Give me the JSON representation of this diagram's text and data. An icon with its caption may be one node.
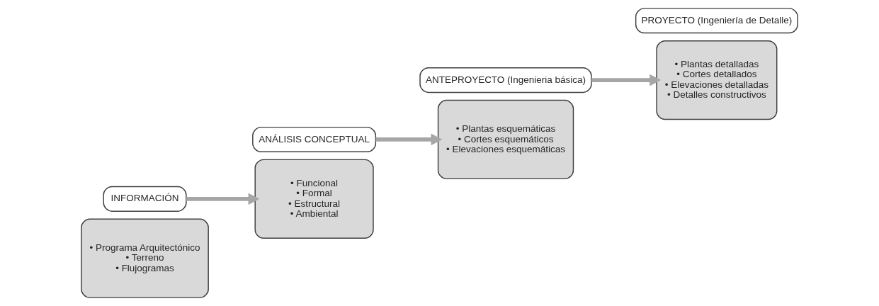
{
  "diagram": {
    "nodes": [
      {
        "text": [
          "• Programa Arquitectónico",
          "• Terreno",
          "• Flujogramas"
        ]
      },
      {
        "text": [
          "INFORMACIÓN"
        ]
      },
      {
        "text": [
          "ANÁLISIS CONCEPTUAL"
        ]
      },
      {
        "text": [
          "• Funcional",
          "• Formal",
          "• Estructural",
          "• Ambiental"
        ]
      },
      {
        "text": [
          "• Plantas esquemáticas",
          "• Cortes esquemáticos",
          "• Elevaciones esquemáticas"
        ]
      },
      {
        "text": [
          "ANTEPROYECTO (Ingenieria básica)"
        ]
      },
      {
        "text": [
          "PROYECTO (Ingeniería de Detalle)"
        ]
      },
      {
        "text": [
          "• Plantas detalladas",
          "• Cortes detallados",
          "• Elevaciones detalladas",
          "• Detalles constructivos"
        ]
      }
    ],
    "edges": [
      {
        "from": 1,
        "to": 3,
        "arrow": "to"
      },
      {
        "from": 2,
        "to": 4,
        "arrow": "to"
      },
      {
        "from": 5,
        "to": 7,
        "arrow": "to"
      }
    ]
  }
}
